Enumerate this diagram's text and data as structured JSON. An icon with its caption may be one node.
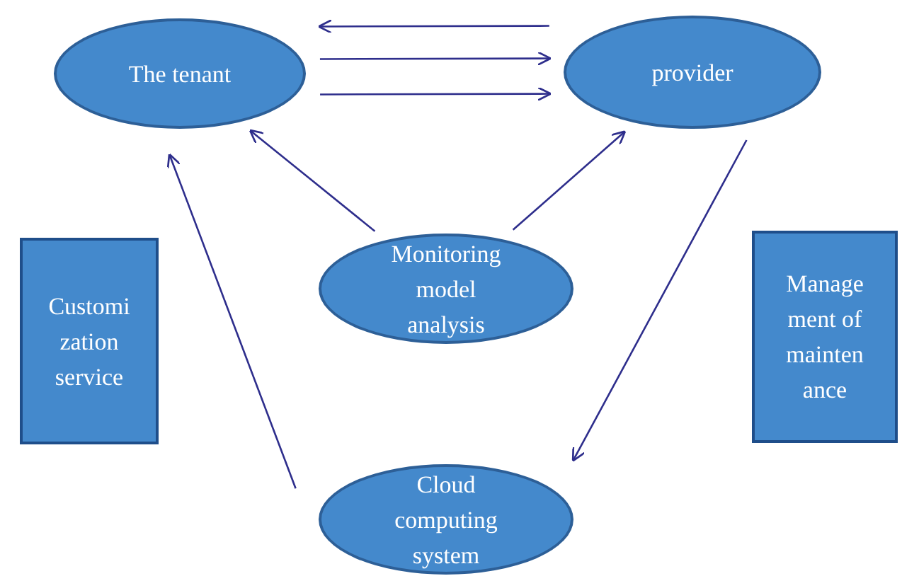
{
  "diagram": {
    "nodes": [
      {
        "text": [
          "The tenant"
        ]
      },
      {
        "text": [
          "provider"
        ]
      },
      {
        "text": [
          "Monitoring model analysis"
        ]
      },
      {
        "text": [
          "Cloud computing system"
        ]
      },
      {
        "text": [
          "Customi zation service"
        ]
      },
      {
        "text": [
          "Manage ment of mainten ance"
        ]
      }
    ],
    "edges": [
      {
        "from": 1,
        "to": 0,
        "arrow": "to"
      },
      {
        "from": 0,
        "to": 1,
        "arrow": "to"
      },
      {
        "from": 0,
        "to": 1,
        "arrow": "to"
      },
      {
        "from": 2,
        "to": 0,
        "arrow": "to"
      },
      {
        "from": 2,
        "to": 1,
        "arrow": "to"
      },
      {
        "from": 1,
        "to": 3,
        "arrow": "to"
      },
      {
        "from": 3,
        "to": 0,
        "arrow": "to"
      }
    ]
  }
}
